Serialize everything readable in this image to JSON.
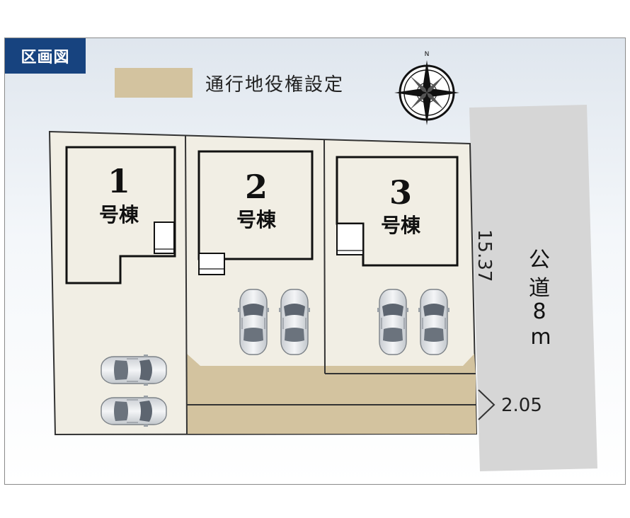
{
  "header": {
    "title": "区画図"
  },
  "legend": {
    "label": "通行地役権設定",
    "color": "#d3c39f"
  },
  "compass": {
    "north": "N"
  },
  "lots": [
    {
      "number": "1",
      "label": "号棟"
    },
    {
      "number": "2",
      "label": "号棟"
    },
    {
      "number": "3",
      "label": "号棟"
    }
  ],
  "road": {
    "line1": "公",
    "line2": "道",
    "line3": "8",
    "line4": "m"
  },
  "dimensions": {
    "frontage": "15.37",
    "easement_width": "2.05"
  },
  "colors": {
    "badge": "#17437f",
    "lot_fill": "#f1eee4",
    "road": "#d6d6d6",
    "easement": "#d3c39f"
  }
}
